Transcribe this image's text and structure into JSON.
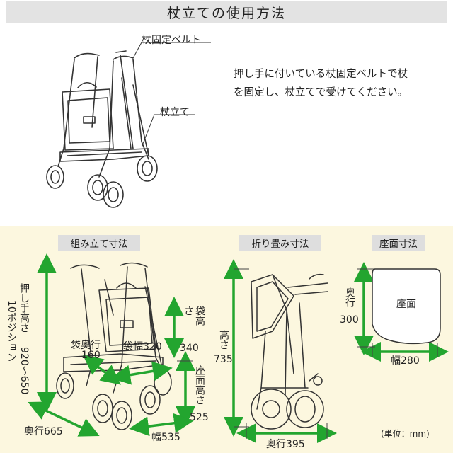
{
  "top": {
    "title": "杖立ての使用方法",
    "label_belt": "杖固定ベルト",
    "label_stand": "杖立て",
    "instruction_line1": "押し手に付いている杖固定ベルトで杖",
    "instruction_line2": "を固定し、杖立てで受けてください。"
  },
  "assembled": {
    "label": "組み立て寸法",
    "handle_height_title": "押し手高さ",
    "handle_height_positions": "10ポジション",
    "handle_height_value": "920〜650",
    "bag_height_title": "袋高さ",
    "bag_height_value": "340",
    "bag_depth_title": "袋奥行",
    "bag_depth_value": "160",
    "bag_width_title": "袋幅",
    "bag_width_value": "320",
    "seat_height_title": "座面高さ",
    "seat_height_value": "525",
    "depth_label": "奥行665",
    "width_label": "幅535"
  },
  "folded": {
    "label": "折り畳み寸法",
    "height_title": "高さ",
    "height_value": "735",
    "depth_label": "奥行395"
  },
  "seat": {
    "label": "座面寸法",
    "seat_text": "座面",
    "depth_title": "奥行",
    "depth_value": "300",
    "width_label": "幅280"
  },
  "unit_note": "(単位：mm)",
  "colors": {
    "dimension_arrow": "#23a52f",
    "panel_background": "#fcf7df",
    "label_background": "#dedede"
  }
}
